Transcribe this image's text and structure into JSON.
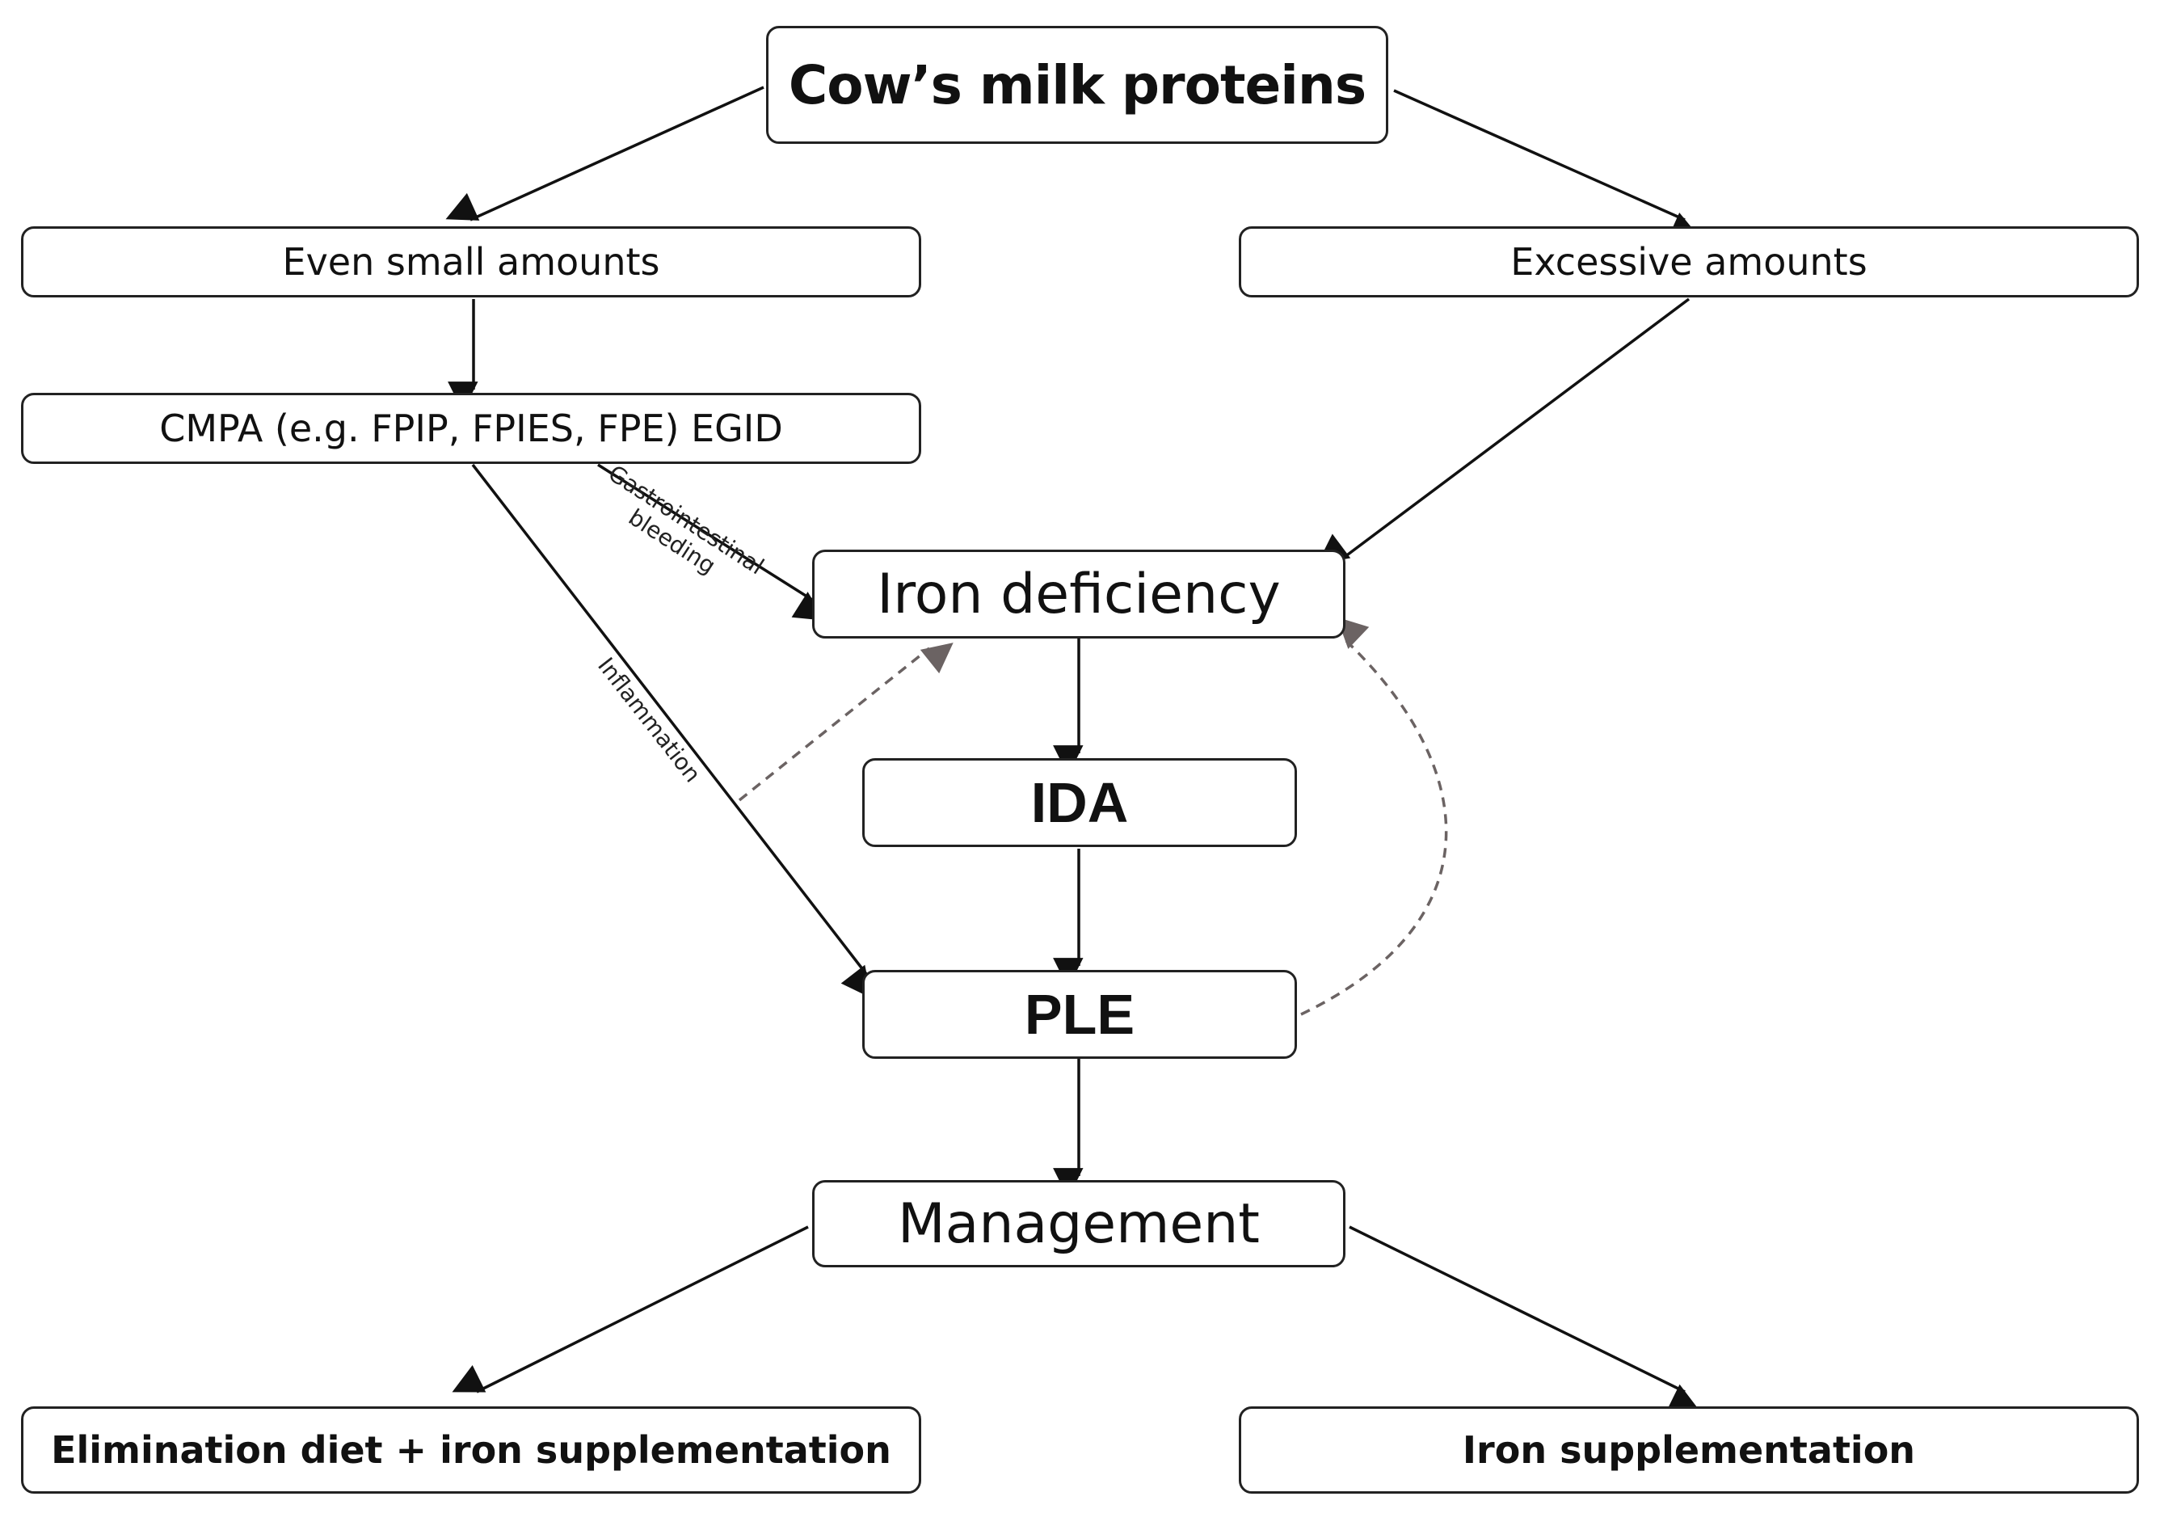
{
  "nodes": {
    "milk": "Cow’s milk proteins",
    "small": "Even small amounts",
    "excessive": "Excessive amounts",
    "cmpa": "CMPA (e.g. FPIP, FPIES, FPE) EGID",
    "iron_def": "Iron deficiency",
    "ida": "IDA",
    "ple": "PLE",
    "management": "Management",
    "elimination": "Elimination diet + iron supplementation",
    "iron_supp": "Iron supplementation"
  },
  "edge_labels": {
    "gi_line1": "Gastrointestinal",
    "gi_line2": "bleeding",
    "inflammation": "Inflammation"
  },
  "colors": {
    "solid_arrow": "#111111",
    "dashed_arrow": "#6b6363"
  }
}
